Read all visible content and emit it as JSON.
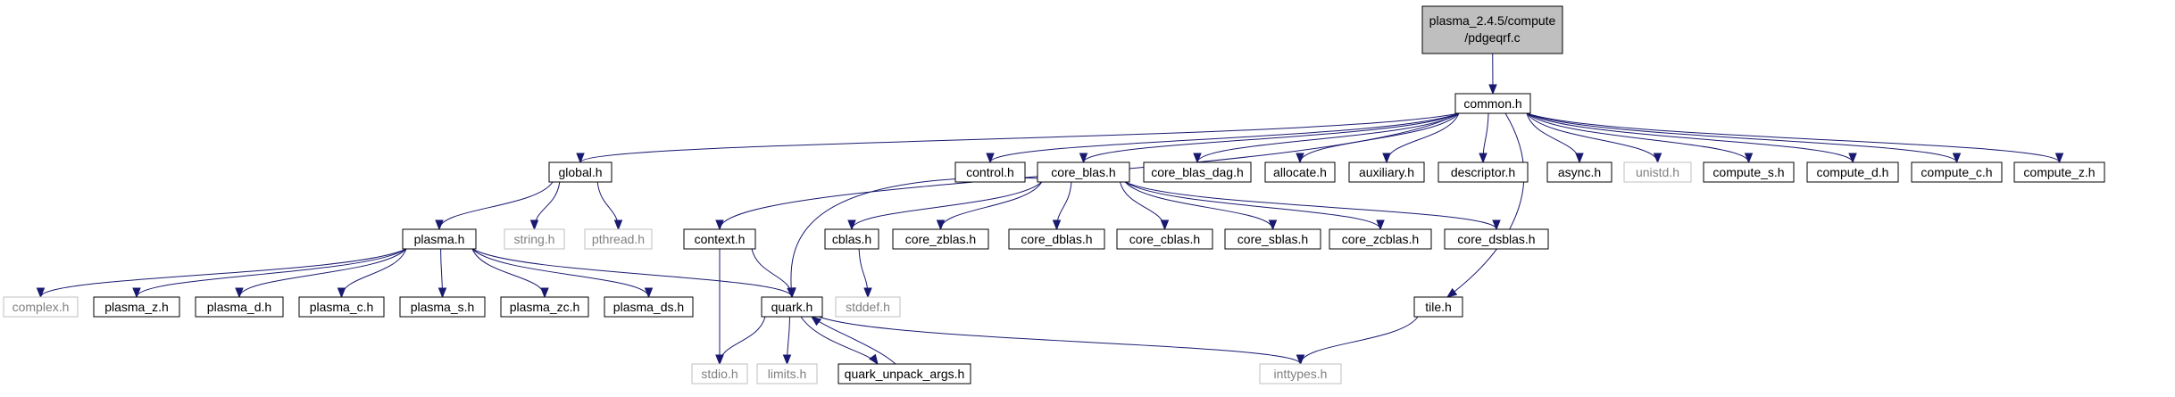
{
  "colors": {
    "edge": "#191970",
    "root_fill": "#bfbfbf",
    "node_border": "#000000",
    "ghost_border": "#bfbfbf",
    "ghost_text": "#808080"
  },
  "nodes": [
    {
      "id": "root",
      "label": "plasma_2.4.5/compute",
      "label2": "/pdgeqrf.c",
      "style": "root"
    },
    {
      "id": "common",
      "label": "common.h",
      "style": "normal"
    },
    {
      "id": "global",
      "label": "global.h",
      "style": "normal"
    },
    {
      "id": "control",
      "label": "control.h",
      "style": "normal"
    },
    {
      "id": "core_blas",
      "label": "core_blas.h",
      "style": "normal"
    },
    {
      "id": "core_blas_dag",
      "label": "core_blas_dag.h",
      "style": "normal"
    },
    {
      "id": "allocate",
      "label": "allocate.h",
      "style": "normal"
    },
    {
      "id": "auxiliary",
      "label": "auxiliary.h",
      "style": "normal"
    },
    {
      "id": "descriptor",
      "label": "descriptor.h",
      "style": "normal"
    },
    {
      "id": "async",
      "label": "async.h",
      "style": "normal"
    },
    {
      "id": "unistd",
      "label": "unistd.h",
      "style": "ghost"
    },
    {
      "id": "compute_s",
      "label": "compute_s.h",
      "style": "normal"
    },
    {
      "id": "compute_d",
      "label": "compute_d.h",
      "style": "normal"
    },
    {
      "id": "compute_c",
      "label": "compute_c.h",
      "style": "normal"
    },
    {
      "id": "compute_z",
      "label": "compute_z.h",
      "style": "normal"
    },
    {
      "id": "plasma",
      "label": "plasma.h",
      "style": "normal"
    },
    {
      "id": "string",
      "label": "string.h",
      "style": "ghost"
    },
    {
      "id": "pthread",
      "label": "pthread.h",
      "style": "ghost"
    },
    {
      "id": "context",
      "label": "context.h",
      "style": "normal"
    },
    {
      "id": "cblas",
      "label": "cblas.h",
      "style": "normal"
    },
    {
      "id": "core_zblas",
      "label": "core_zblas.h",
      "style": "normal"
    },
    {
      "id": "core_dblas",
      "label": "core_dblas.h",
      "style": "normal"
    },
    {
      "id": "core_cblas",
      "label": "core_cblas.h",
      "style": "normal"
    },
    {
      "id": "core_sblas",
      "label": "core_sblas.h",
      "style": "normal"
    },
    {
      "id": "core_zcblas",
      "label": "core_zcblas.h",
      "style": "normal"
    },
    {
      "id": "core_dsblas",
      "label": "core_dsblas.h",
      "style": "normal"
    },
    {
      "id": "complex",
      "label": "complex.h",
      "style": "ghost"
    },
    {
      "id": "plasma_z",
      "label": "plasma_z.h",
      "style": "normal"
    },
    {
      "id": "plasma_d",
      "label": "plasma_d.h",
      "style": "normal"
    },
    {
      "id": "plasma_c",
      "label": "plasma_c.h",
      "style": "normal"
    },
    {
      "id": "plasma_s",
      "label": "plasma_s.h",
      "style": "normal"
    },
    {
      "id": "plasma_zc",
      "label": "plasma_zc.h",
      "style": "normal"
    },
    {
      "id": "plasma_ds",
      "label": "plasma_ds.h",
      "style": "normal"
    },
    {
      "id": "quark",
      "label": "quark.h",
      "style": "normal"
    },
    {
      "id": "stddef",
      "label": "stddef.h",
      "style": "ghost"
    },
    {
      "id": "tile",
      "label": "tile.h",
      "style": "normal"
    },
    {
      "id": "stdio",
      "label": "stdio.h",
      "style": "ghost"
    },
    {
      "id": "limits",
      "label": "limits.h",
      "style": "ghost"
    },
    {
      "id": "quark_unpack_args",
      "label": "quark_unpack_args.h",
      "style": "normal"
    },
    {
      "id": "inttypes",
      "label": "inttypes.h",
      "style": "ghost"
    }
  ],
  "edges": [
    [
      "root",
      "common"
    ],
    [
      "common",
      "global"
    ],
    [
      "common",
      "control"
    ],
    [
      "common",
      "core_blas"
    ],
    [
      "common",
      "core_blas_dag"
    ],
    [
      "common",
      "allocate"
    ],
    [
      "common",
      "auxiliary"
    ],
    [
      "common",
      "descriptor"
    ],
    [
      "common",
      "async"
    ],
    [
      "common",
      "unistd"
    ],
    [
      "common",
      "compute_s"
    ],
    [
      "common",
      "compute_d"
    ],
    [
      "common",
      "compute_c"
    ],
    [
      "common",
      "compute_z"
    ],
    [
      "common",
      "context"
    ],
    [
      "common",
      "tile"
    ],
    [
      "global",
      "plasma"
    ],
    [
      "global",
      "string"
    ],
    [
      "global",
      "pthread"
    ],
    [
      "plasma",
      "complex"
    ],
    [
      "plasma",
      "plasma_z"
    ],
    [
      "plasma",
      "plasma_d"
    ],
    [
      "plasma",
      "plasma_c"
    ],
    [
      "plasma",
      "plasma_s"
    ],
    [
      "plasma",
      "plasma_zc"
    ],
    [
      "plasma",
      "plasma_ds"
    ],
    [
      "plasma",
      "quark"
    ],
    [
      "core_blas",
      "quark"
    ],
    [
      "core_blas",
      "cblas"
    ],
    [
      "core_blas",
      "core_zblas"
    ],
    [
      "core_blas",
      "core_dblas"
    ],
    [
      "core_blas",
      "core_cblas"
    ],
    [
      "core_blas",
      "core_sblas"
    ],
    [
      "core_blas",
      "core_zcblas"
    ],
    [
      "core_blas",
      "core_dsblas"
    ],
    [
      "context",
      "quark"
    ],
    [
      "context",
      "stdio"
    ],
    [
      "cblas",
      "stddef"
    ],
    [
      "quark",
      "stdio"
    ],
    [
      "quark",
      "limits"
    ],
    [
      "quark",
      "quark_unpack_args"
    ],
    [
      "quark",
      "inttypes"
    ],
    [
      "quark_unpack_args",
      "quark"
    ],
    [
      "tile",
      "inttypes"
    ]
  ]
}
